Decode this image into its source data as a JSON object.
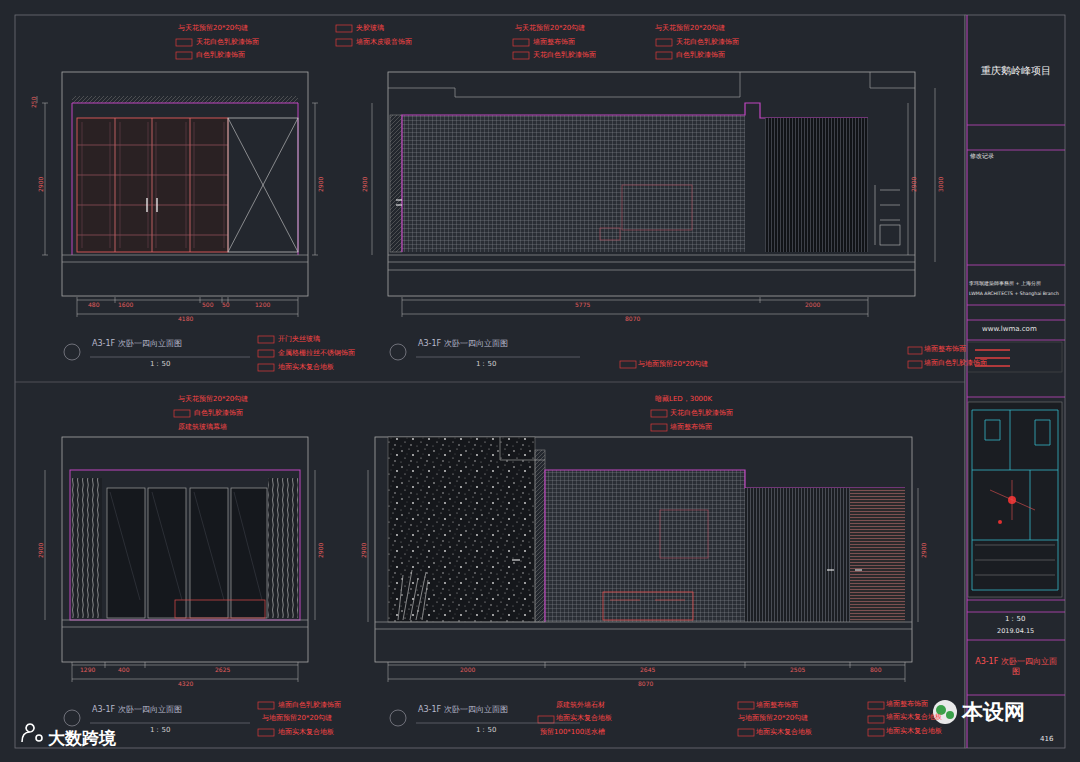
{
  "diagram": {
    "nodes": [
      {
        "text": [
          "重庆鹅岭峰项目"
        ]
      },
      {
        "text": [
          "A3-1F 次卧一四向立面图"
        ]
      }
    ],
    "labels": [
      "与天花预留20*20勾缝",
      "天花白色乳胶漆饰面",
      "白色乳胶漆饰面",
      "夹胶玻璃",
      "墙面木皮吸音饰面",
      "与天花预留20*20勾缝",
      "墙面整布饰面",
      "天花白色乳胶漆饰面",
      "与天花预留20*20勾缝",
      "天花白色乳胶漆饰面",
      "白色乳胶漆饰面",
      "480",
      "1600",
      "500",
      "50",
      "1200",
      "4180",
      "250",
      "2900",
      "2900",
      "A3-1F 次卧一四向立面图",
      "1：50",
      "开门夹丝玻璃",
      "金属格栅拉丝不锈钢饰面",
      "地面实木复合地板",
      "2900",
      "5775",
      "2000",
      "8070",
      "2900",
      "3000",
      "A3-1F 次卧一四向立面图",
      "1：50",
      "与地面预留20*20勾缝",
      "墙面整布饰面",
      "墙面白色乳胶漆饰面",
      "与天花预留20*20勾缝",
      "白色乳胶漆饰面",
      "原建筑玻璃幕墙",
      "2900",
      "2900",
      "1290",
      "400",
      "2625",
      "4320",
      "A3-1F 次卧一四向立面图",
      "1：50",
      "墙面白色乳胶漆饰面",
      "与地面预留20*20勾缝",
      "地面实木复合地板",
      "暗藏LED，3000K",
      "天花白色乳胶漆饰面",
      "墙面整布饰面",
      "2900",
      "2900",
      "2000",
      "2645",
      "2505",
      "800",
      "8070",
      "A3-1F 次卧一四向立面图",
      "1：50",
      "原建筑外墙石材",
      "地面实木复合地板",
      "预留100*100送水槽",
      "墙面整布饰面",
      "与地面预留20*20勾缝",
      "地面实木复合地板",
      "墙面整布饰面",
      "墙面实木复合地板",
      "地面实木复合地板",
      "修改记录",
      "李玮珉建築師事務所 + 上海分所",
      "LWMA ARCHITECTS + Shanghai Branch",
      "www.lwma.com",
      "1：50",
      "2019.04.15",
      "416",
      "本设网",
      "大数跨境"
    ]
  }
}
